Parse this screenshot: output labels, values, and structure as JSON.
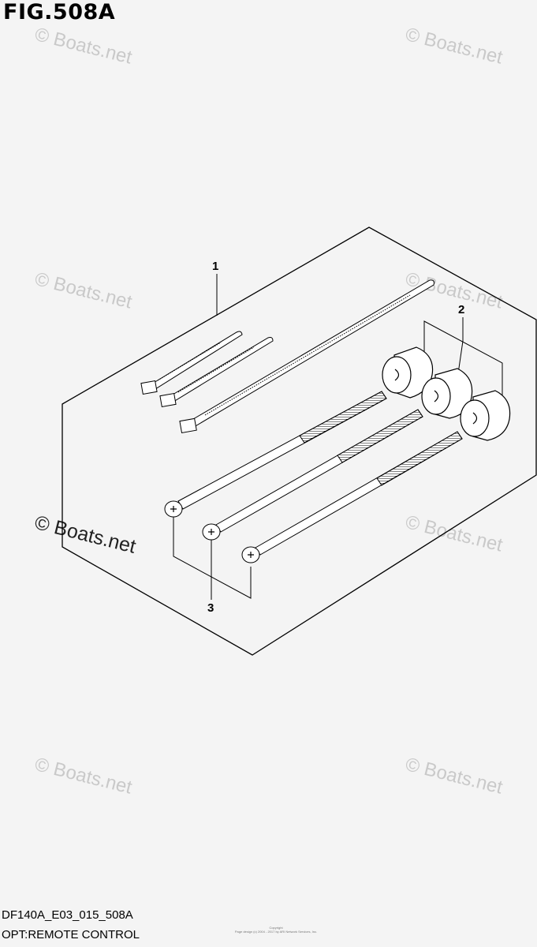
{
  "figure": {
    "title": "FIG.508A"
  },
  "watermark": {
    "text": "© Boats.net"
  },
  "callouts": {
    "part1": "1",
    "part2": "2",
    "part3": "3"
  },
  "footer": {
    "code": "DF140A_E03_015_508A",
    "description": "OPT:REMOTE CONTROL",
    "copyright_line1": "Copyright",
    "copyright_line2": "Page design (c) 2004 - 2017 by ARI Network Services, Inc."
  },
  "colors": {
    "background": "#f4f4f4",
    "line": "#000000",
    "watermark": "#c9c9c9"
  }
}
